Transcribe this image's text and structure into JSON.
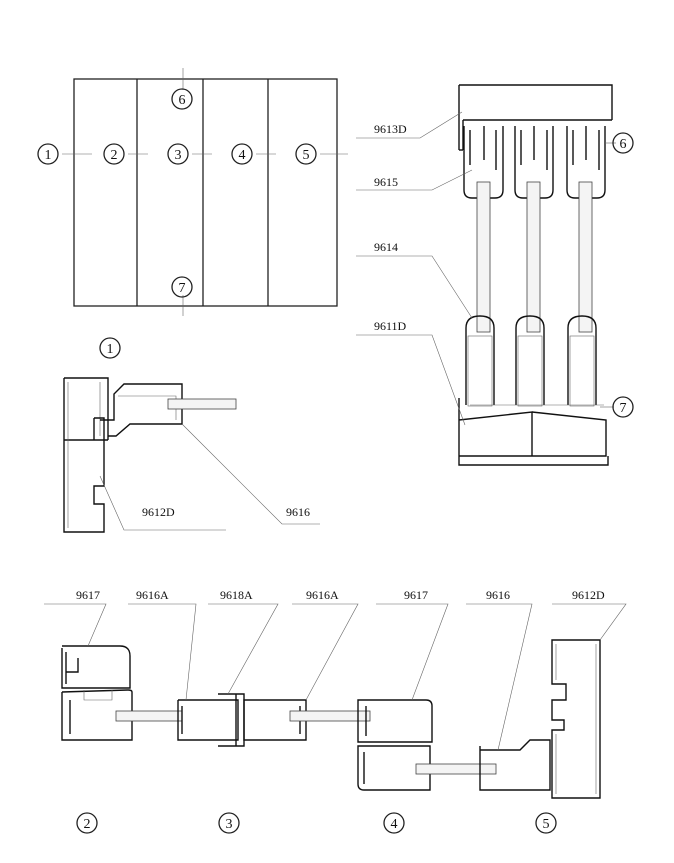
{
  "elevation": {
    "panel_numbers": [
      "1",
      "2",
      "3",
      "4",
      "5"
    ],
    "top_marker": "6",
    "bottom_marker": "7",
    "caption": "1"
  },
  "vertical_section": {
    "labels": [
      "9613D",
      "9615",
      "9614",
      "9611D"
    ],
    "marker_top": "6",
    "marker_bottom": "7"
  },
  "detail1": {
    "labels": [
      "9612D",
      "9616"
    ]
  },
  "bottom_row": {
    "labels": [
      "9617",
      "9616A",
      "9618A",
      "9616A",
      "9617",
      "9616",
      "9612D"
    ],
    "captions": [
      "2",
      "3",
      "4",
      "5"
    ]
  }
}
